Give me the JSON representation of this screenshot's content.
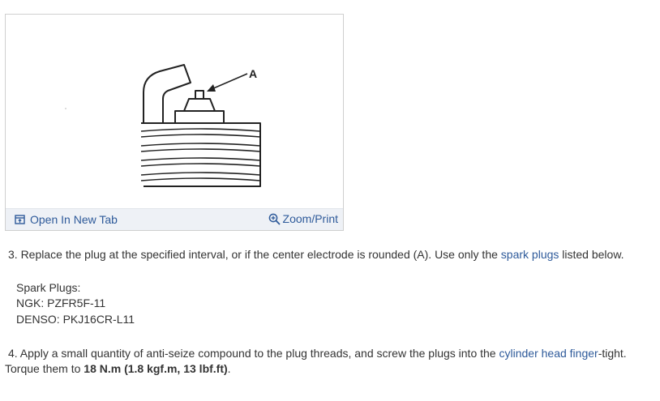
{
  "figure": {
    "callout_label": "A",
    "open_in_new_tab_label": "Open In New Tab",
    "zoom_print_label": "Zoom/Print"
  },
  "step3": {
    "prefix": "3. Replace the plug at the specified interval, or if the center electrode is rounded (A). Use only the ",
    "link": "spark plugs",
    "suffix": " listed below."
  },
  "spec": {
    "heading": "Spark Plugs:",
    "ngk": "NGK: PZFR5F-11",
    "denso": "DENSO: PKJ16CR-L11"
  },
  "step4": {
    "prefix": "4. Apply a small quantity of anti-seize compound to the plug threads, and screw the plugs into the ",
    "link": "cylinder head",
    "middle": " ",
    "link2": "finger",
    "suffix": "-tight.",
    "line2_prefix": "Torque them to ",
    "torque": "18 N.m (1.8 kgf.m, 13 lbf.ft)",
    "line2_suffix": "."
  },
  "colors": {
    "link": "#2e5a9a",
    "text": "#333333",
    "bar": "#eef1f6"
  }
}
